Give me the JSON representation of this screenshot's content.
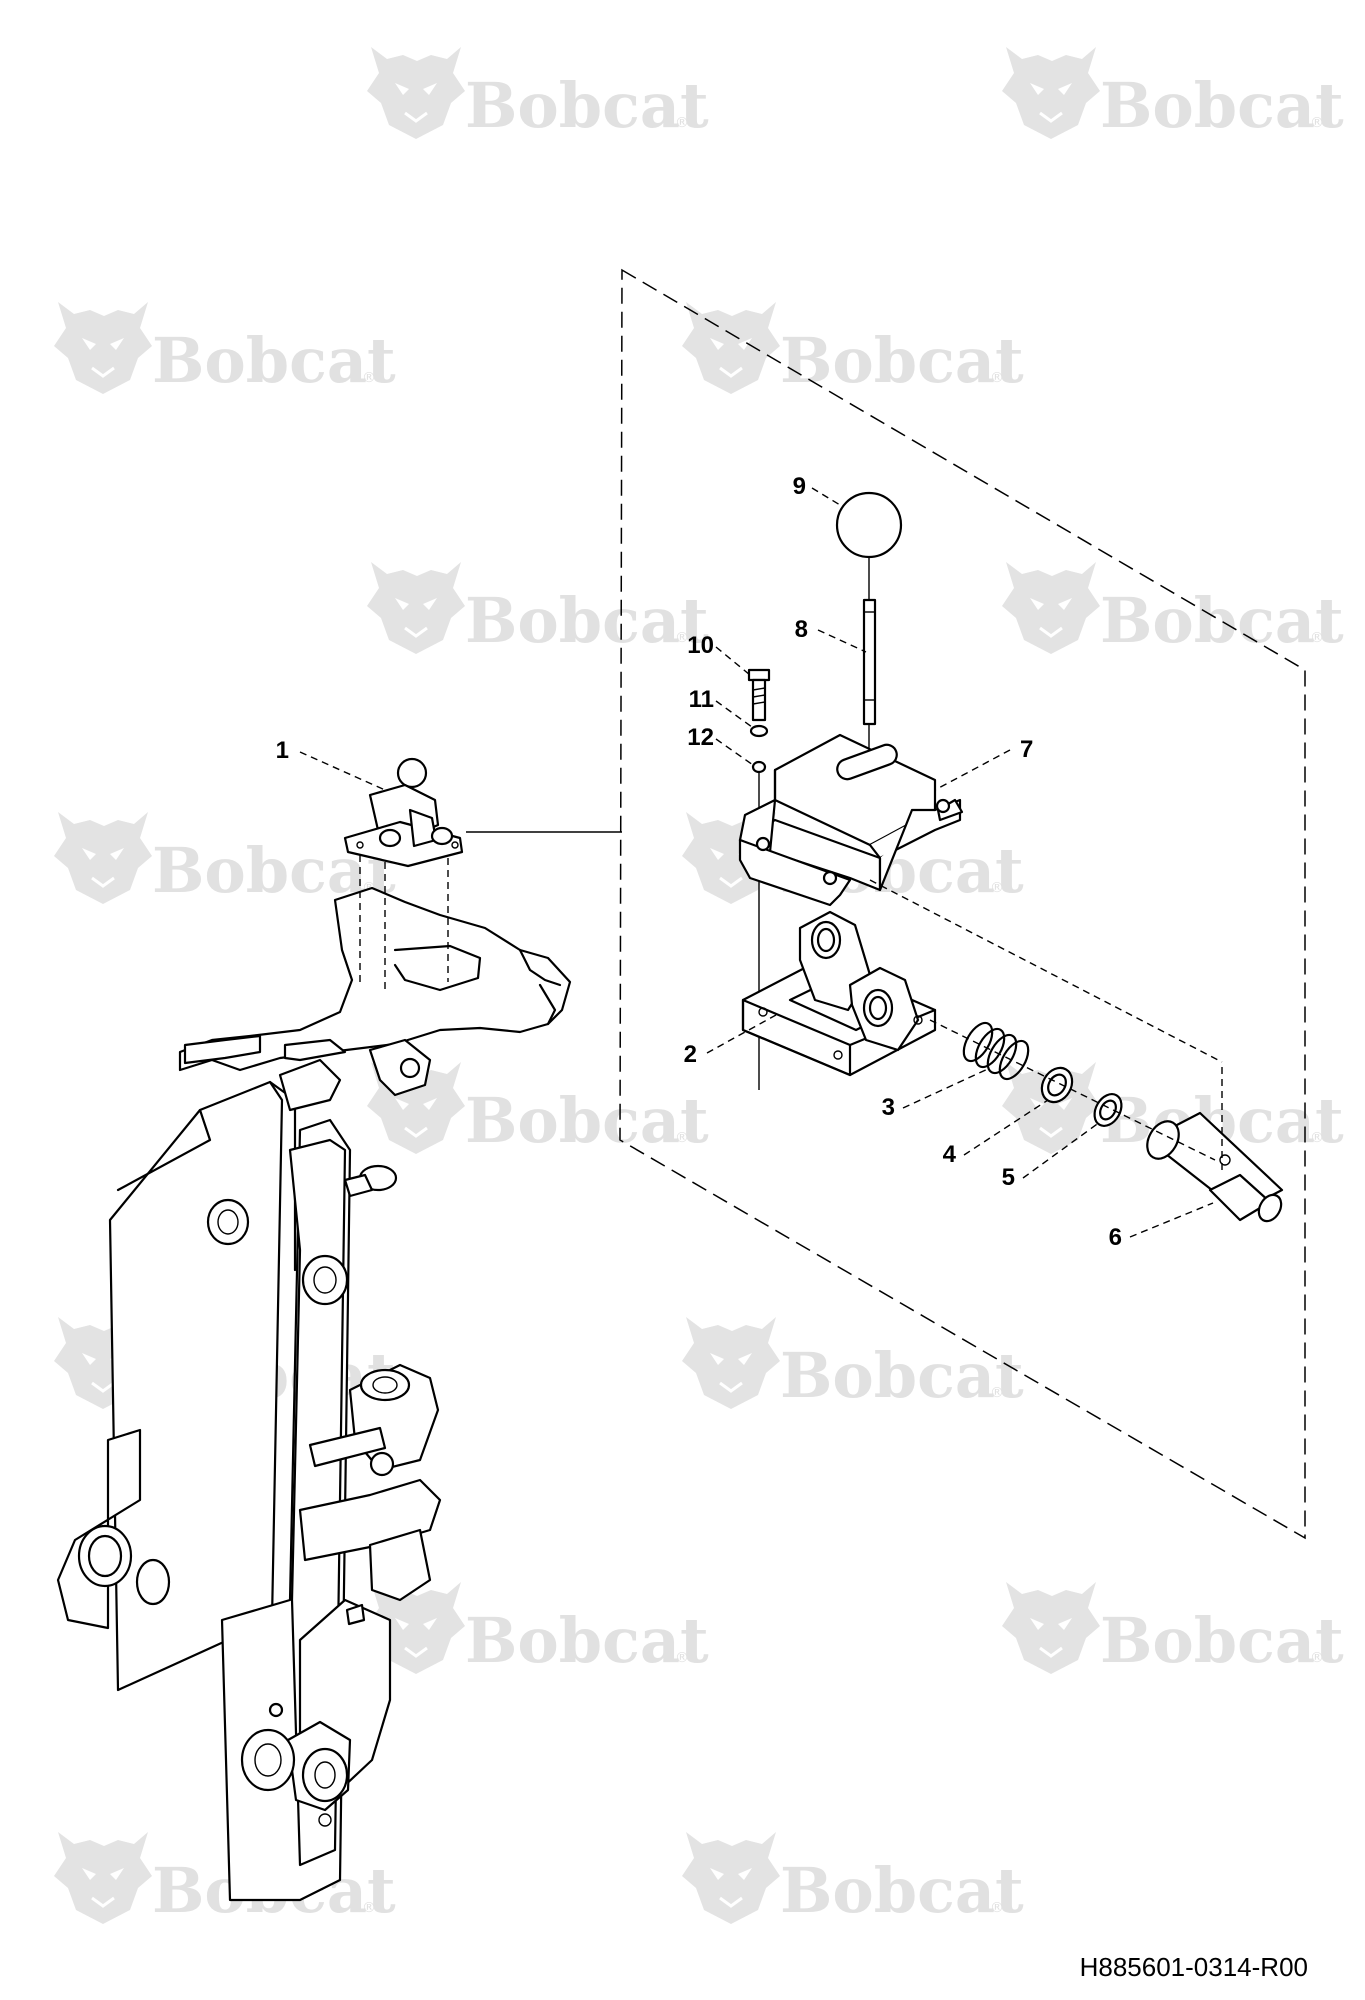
{
  "watermark": {
    "brand": "Bobcat",
    "registered_mark": "®"
  },
  "callouts": [
    "1",
    "2",
    "3",
    "4",
    "5",
    "6",
    "7",
    "8",
    "9",
    "10",
    "11",
    "12"
  ],
  "document_number": "H885601-0314-R00"
}
